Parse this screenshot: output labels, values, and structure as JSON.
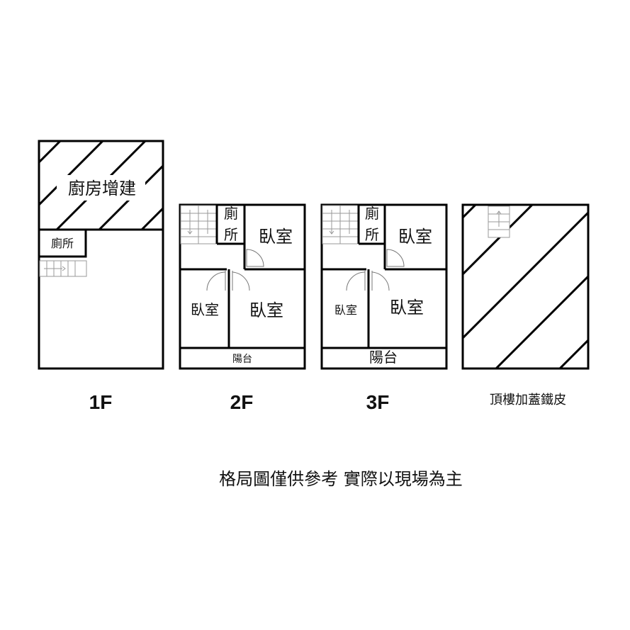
{
  "floors": {
    "f1": {
      "label": "1F",
      "kitchen": "廚房增建",
      "toilet": "廁所"
    },
    "f2": {
      "label": "2F",
      "toilet_top": "廁",
      "toilet_bottom": "所",
      "bedroom_top": "臥室",
      "bedroom_left": "臥室",
      "bedroom_right": "臥室",
      "balcony": "陽台"
    },
    "f3": {
      "label": "3F",
      "toilet_top": "廁",
      "toilet_bottom": "所",
      "bedroom_top": "臥室",
      "bedroom_left": "臥室",
      "bedroom_right": "臥室",
      "balcony": "陽台"
    },
    "roof": {
      "label": "頂樓加蓋鐵皮"
    }
  },
  "caption": "格局圖僅供參考 實際以現場為主"
}
